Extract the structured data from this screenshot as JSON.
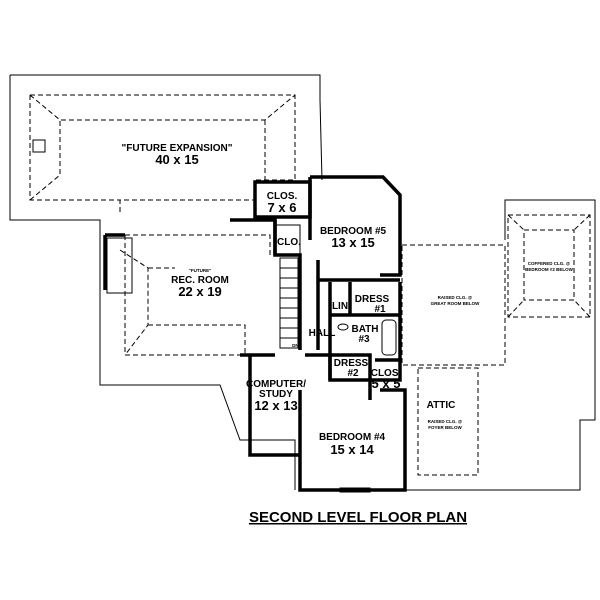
{
  "plan": {
    "title": "SECOND LEVEL FLOOR PLAN",
    "rooms": {
      "future_expansion": {
        "name": "\"FUTURE EXPANSION\"",
        "size": "40 x 15"
      },
      "closet_1": {
        "name": "CLOS.",
        "size": "7 x 6"
      },
      "bedroom_5": {
        "name": "BEDROOM #5",
        "size": "13 x 15"
      },
      "clo": {
        "name": "CLO."
      },
      "rec_room": {
        "note": "\"FUTURE\"",
        "name": "REC. ROOM",
        "size": "22 x 19"
      },
      "lin": {
        "name": "LIN"
      },
      "dress_1": {
        "name": "DRESS",
        "num": "#1"
      },
      "hall": {
        "name": "HALL"
      },
      "bath_3": {
        "name": "BATH",
        "num": "#3"
      },
      "dress_2": {
        "name": "DRESS",
        "num": "#2"
      },
      "closet_2": {
        "name": "CLOS.",
        "size": "5 x 5"
      },
      "computer_study": {
        "name": "COMPUTER/",
        "name2": "STUDY",
        "size": "12 x 13"
      },
      "bedroom_4": {
        "name": "BEDROOM #4",
        "size": "15 x 14"
      },
      "attic": {
        "name": "ATTIC"
      },
      "stair_dn": {
        "name": "DN."
      }
    },
    "notes": {
      "great_room": [
        "RAISED CLG. @",
        "GREAT ROOM BELOW"
      ],
      "bedroom_2": [
        "COFFERED CLG. @",
        "BEDROOM #2 BELOW"
      ],
      "foyer": [
        "RAISED CLG. @",
        "FOYER BELOW"
      ]
    }
  }
}
